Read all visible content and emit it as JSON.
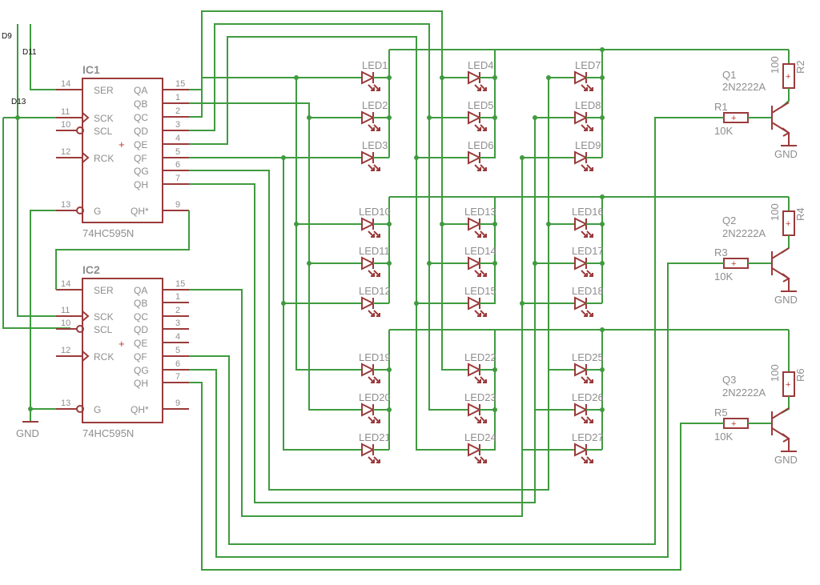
{
  "inputs": [
    "D9",
    "D11",
    "D13"
  ],
  "ics": [
    {
      "title": "IC1",
      "part": "74HC595N",
      "left_pins": [
        {
          "label": "SER",
          "num": "14"
        },
        {
          "label": "SCK",
          "num": "11"
        },
        {
          "label": "SCL",
          "num": "10"
        },
        {
          "label": "RCK",
          "num": "12"
        },
        {
          "label": "G",
          "num": "13"
        }
      ],
      "right_pins": [
        {
          "label": "QA",
          "num": "15"
        },
        {
          "label": "QB",
          "num": "1"
        },
        {
          "label": "QC",
          "num": "2"
        },
        {
          "label": "QD",
          "num": "3"
        },
        {
          "label": "QE",
          "num": "4"
        },
        {
          "label": "QF",
          "num": "5"
        },
        {
          "label": "QG",
          "num": "6"
        },
        {
          "label": "QH",
          "num": "7"
        },
        {
          "label": "QH*",
          "num": "9"
        }
      ]
    },
    {
      "title": "IC2",
      "part": "74HC595N",
      "left_pins": [
        {
          "label": "SER",
          "num": "14"
        },
        {
          "label": "SCK",
          "num": "11"
        },
        {
          "label": "SCL",
          "num": "10"
        },
        {
          "label": "RCK",
          "num": "12"
        },
        {
          "label": "G",
          "num": "13"
        }
      ],
      "right_pins": [
        {
          "label": "QA",
          "num": "15"
        },
        {
          "label": "QB",
          "num": "1"
        },
        {
          "label": "QC",
          "num": "2"
        },
        {
          "label": "QD",
          "num": "3"
        },
        {
          "label": "QE",
          "num": "4"
        },
        {
          "label": "QF",
          "num": "5"
        },
        {
          "label": "QG",
          "num": "6"
        },
        {
          "label": "QH",
          "num": "7"
        },
        {
          "label": "QH*",
          "num": "9"
        }
      ]
    }
  ],
  "gnd_label": "GND",
  "leds": [
    "LED1",
    "LED2",
    "LED3",
    "LED4",
    "LED5",
    "LED6",
    "LED7",
    "LED8",
    "LED9",
    "LED10",
    "LED11",
    "LED12",
    "LED13",
    "LED14",
    "LED15",
    "LED16",
    "LED17",
    "LED18",
    "LED19",
    "LED20",
    "LED21",
    "LED22",
    "LED23",
    "LED24",
    "LED25",
    "LED26",
    "LED27"
  ],
  "drivers": [
    {
      "transistor": "Q1",
      "type": "2N2222A",
      "base_res": "R1",
      "base_val": "10K",
      "coll_res": "R2",
      "coll_val": "100",
      "gnd": "GND"
    },
    {
      "transistor": "Q2",
      "type": "2N2222A",
      "base_res": "R3",
      "base_val": "10K",
      "coll_res": "R4",
      "coll_val": "100",
      "gnd": "GND"
    },
    {
      "transistor": "Q3",
      "type": "2N2222A",
      "base_res": "R5",
      "base_val": "10K",
      "coll_res": "R6",
      "coll_val": "100",
      "gnd": "GND"
    }
  ],
  "colors": {
    "wire": "#3f9b3f",
    "part": "#9b3a3a",
    "text": "#8e8e8e"
  }
}
